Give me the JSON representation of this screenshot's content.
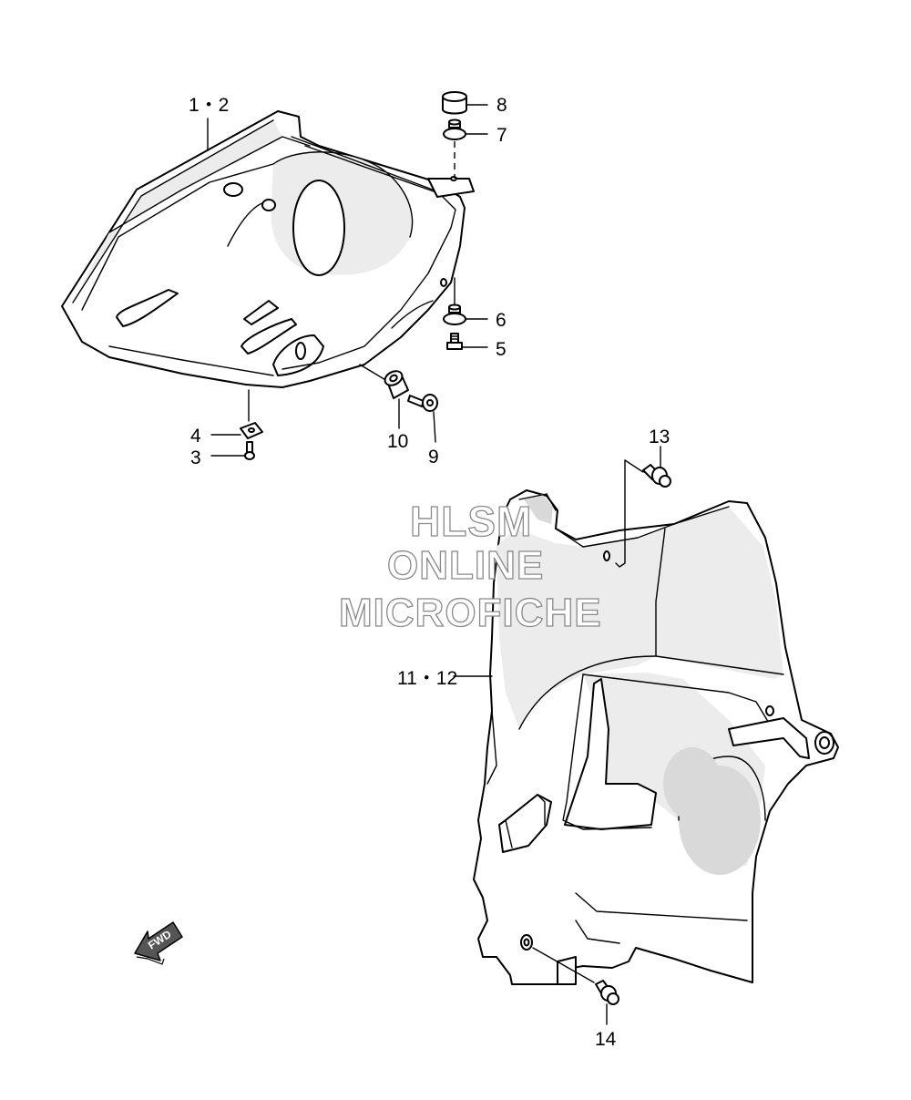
{
  "watermark": {
    "line1": "HLSM",
    "line2": "ONLINE",
    "line3": "MICROFICHE"
  },
  "callouts": {
    "c_1_2": "1・2",
    "c_3": "3",
    "c_4": "4",
    "c_5": "5",
    "c_6": "6",
    "c_7": "7",
    "c_8": "8",
    "c_9": "9",
    "c_10": "10",
    "c_11_12": "11・12",
    "c_13": "13",
    "c_14": "14"
  },
  "direction_arrow": {
    "label": "FWD"
  },
  "colors": {
    "line": "#000000",
    "background": "#ffffff",
    "shade": "#ececec",
    "watermark_outline": "#8a8a8a"
  }
}
